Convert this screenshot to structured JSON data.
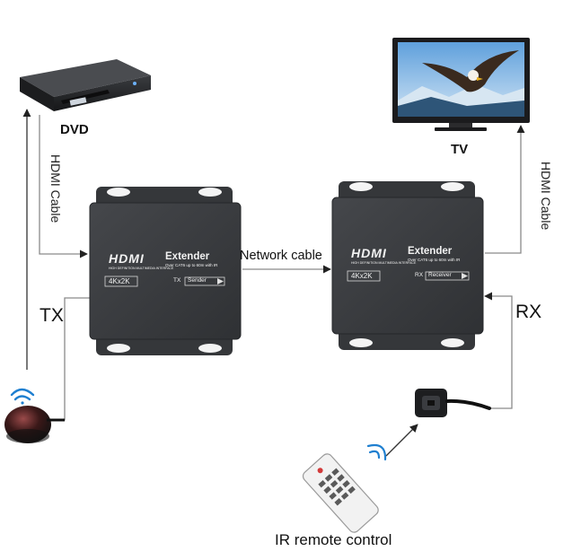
{
  "labels": {
    "dvd": "DVD",
    "tv": "TV",
    "hdmi_cable_left": "HDMI Cable",
    "hdmi_cable_right": "HDMI Cable",
    "network_cable": "Network cable",
    "tx": "TX",
    "rx": "RX",
    "ir_remote": "IR remote control"
  },
  "sender_unit": {
    "brand": "HDMI",
    "product": "Extender",
    "subtitle": "Over CAT6 up to 60m with IR",
    "fineprint": "HIGH DEFINITION MULTIMEDIA INTERFACE",
    "resolution": "4Kx2K",
    "port_code": "TX",
    "role": "Sender"
  },
  "receiver_unit": {
    "brand": "HDMI",
    "product": "Extender",
    "subtitle": "Over CAT6 up to 60m with IR",
    "fineprint": "HIGH DEFINITION MULTIMEDIA INTERFACE",
    "resolution": "4Kx2K",
    "port_code": "RX",
    "role": "Receiver"
  },
  "colors": {
    "unit_body": "#3b3d40",
    "unit_edge": "#25272a",
    "line": "#8a8a8a",
    "arrow": "#222222",
    "signal": "#1e7fd0"
  }
}
